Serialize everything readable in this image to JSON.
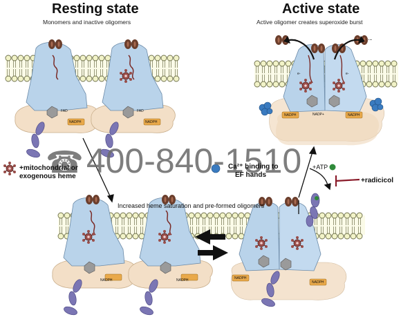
{
  "headings": {
    "resting": "Resting state",
    "resting_sub": "Monomers and inactive oligomers",
    "active": "Active state",
    "active_sub": "Active oligomer creates superoxide burst"
  },
  "labels": {
    "heme_line1": "+mitochondrial or",
    "heme_line2": "exogenous heme",
    "ca_line1": "Ca²⁺ binding to",
    "ca_line2": "EF hands",
    "atp": "+ATP",
    "radicicol": "+radicicol",
    "transition": "Increased heme saturation and pre-formed oligomers",
    "fad": "FAD",
    "nadph": "NADPH",
    "nadp": "NADP+",
    "electron": "e-",
    "superoxide_dot": "·-"
  },
  "watermark": {
    "phone_glyph": "☎",
    "number": "400-840-1510"
  },
  "colors": {
    "membrane_head": "#f2f3c8",
    "membrane_stroke": "#6d6f4a",
    "transmembrane": "#b9d3ea",
    "dehydrogenase": "#f3dfc7",
    "nadph_box": "#e9a94a",
    "heme_red": "#9a4e4a",
    "calcium_blue": "#3a7bc0",
    "hsp_purple": "#7b76b4",
    "o2_brown": "#6b3e2c",
    "inhibitor_red": "#8a1b2a",
    "watermark_gray": "#6d6d6d"
  }
}
